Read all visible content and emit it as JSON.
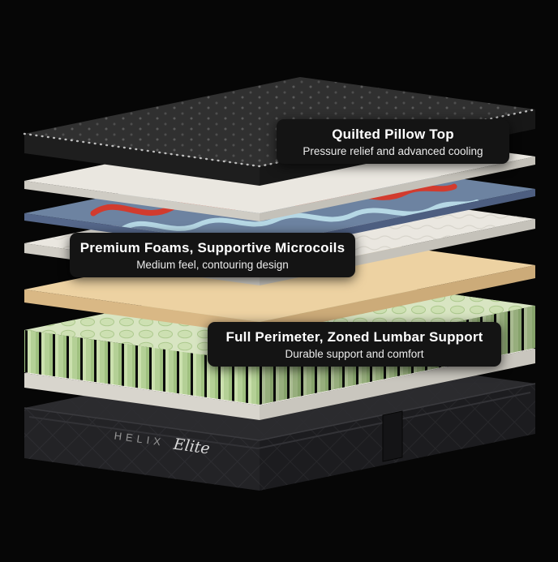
{
  "brand": {
    "name": "HELIX",
    "model": "Elite"
  },
  "callouts": [
    {
      "id": "quilted-pillow-top",
      "title": "Quilted Pillow Top",
      "subtitle": "Pressure relief and advanced cooling"
    },
    {
      "id": "premium-foams-microcoils",
      "title": "Premium Foams, Supportive Microcoils",
      "subtitle": "Medium feel, contouring design"
    },
    {
      "id": "zoned-lumbar-support",
      "title": "Full Perimeter, Zoned Lumbar Support",
      "subtitle": "Durable support and comfort"
    }
  ],
  "layers": [
    "quilted-pillow-top",
    "white-cover-sheet",
    "cooling-gel-layer",
    "stitched-foam-layer",
    "tan-transition-foam",
    "zoned-microcoil-layer",
    "white-base-foam",
    "mattress-base"
  ],
  "colors": {
    "background": "#060606",
    "callout_bg": "#141414",
    "callout_text": "#ffffff",
    "callout_subtext": "#ebebeb",
    "quilted_top": "#303030",
    "quilted_side": "#1e1e1e",
    "trim_dots": "#d6d6d6",
    "cover_top": "#eae7e0",
    "cover_side": "#cfccc4",
    "blue_top": "#6d83a1",
    "blue_side": "#55678a",
    "wave_red": "#d23b2e",
    "wave_cyan": "#d9f1f8",
    "wave_cyan2": "#c3e8f1",
    "stitch_top": "#eae7e0",
    "stitch_side": "#d0cdc5",
    "tan_top": "#edd2a2",
    "tan_side": "#d9b885",
    "coil_top": "#d8e5c2",
    "coil_band1": "#cbe0ae",
    "coil_band2": "#b4d096",
    "coil_band3": "#a0c180",
    "coil_gap": "#0c0c0c",
    "basewhite_top": "#f0ede6",
    "basewhite_side": "#d8d5cd",
    "base_top": "#2b2b2e",
    "base_front": "#232326",
    "base_right": "#1c1c1f",
    "brand_text": "#979797",
    "brand_script": "#dadada"
  }
}
